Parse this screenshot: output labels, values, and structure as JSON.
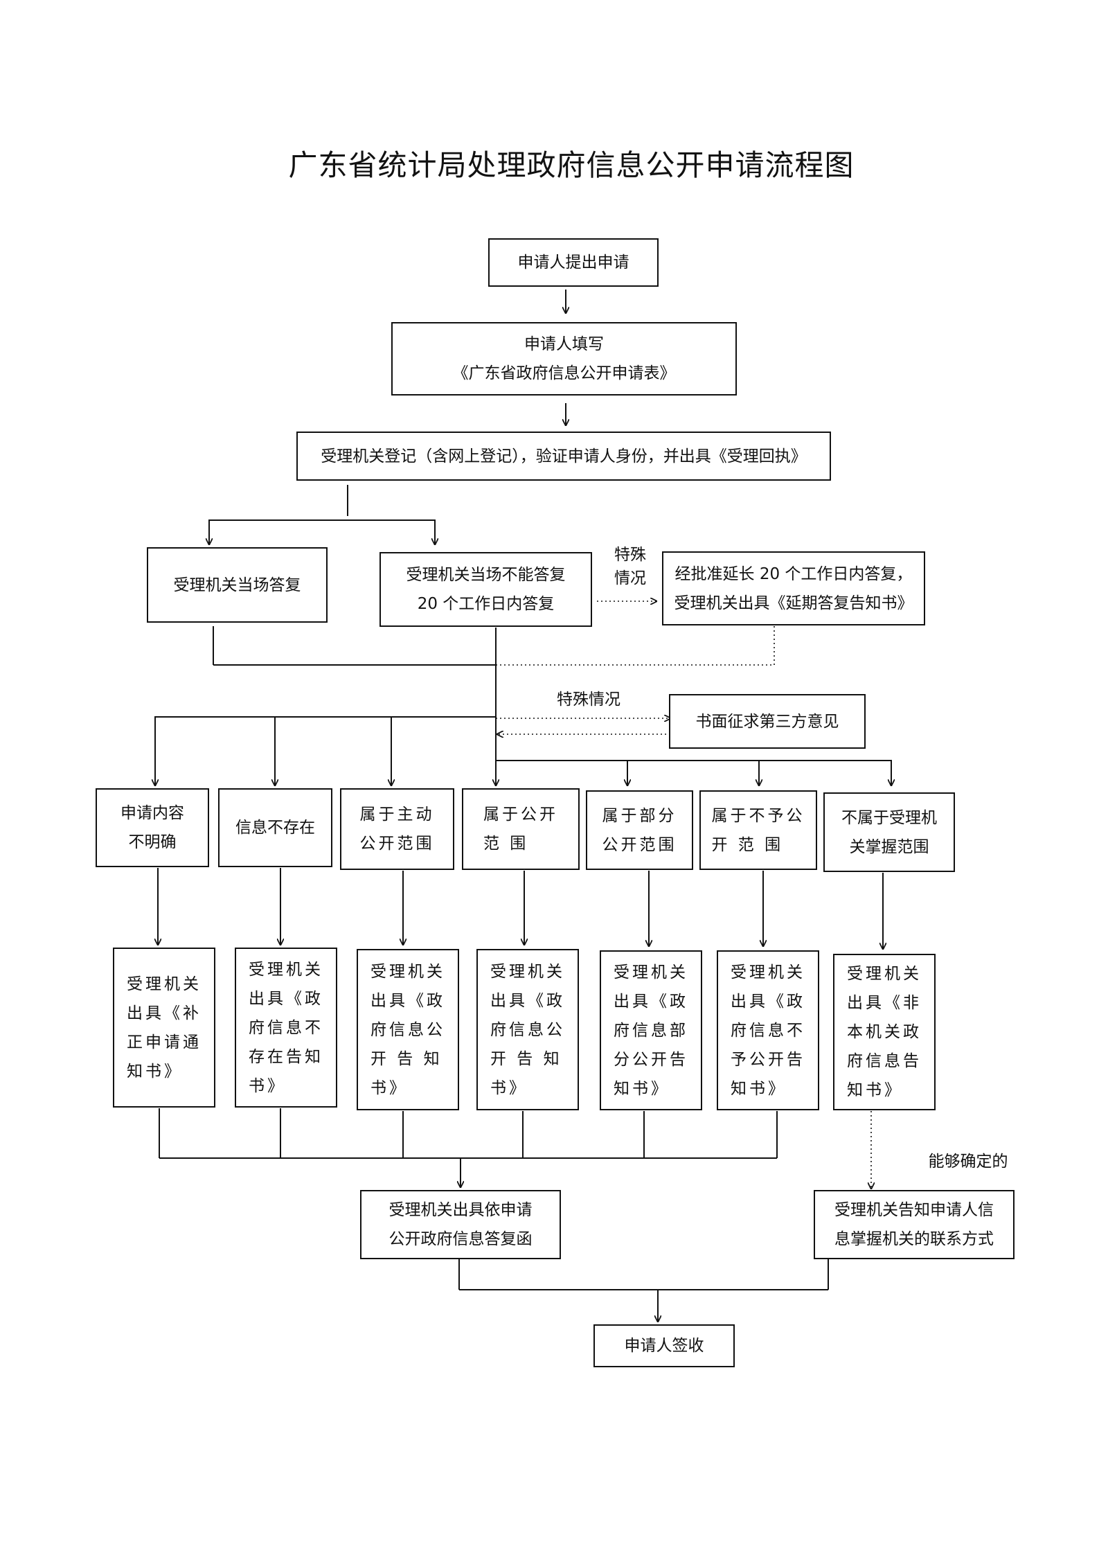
{
  "title": "广东省统计局处理政府信息公开申请流程图",
  "nodes": {
    "apply": "申请人提出申请",
    "fill_form": "申请人填写\n《广东省政府信息公开申请表》",
    "register": "受理机关登记（含网上登记），验证申请人身份，并出具《受理回执》",
    "reply_on_spot": "受理机关当场答复",
    "reply_20_days": "受理机关当场不能答复\n20 个工作日内答复",
    "extension": "经批准延长 20 个工作日内答复，\n受理机关出具《延期答复告知书》",
    "third_party": "书面征求第三方意见",
    "cat_unclear": "申请内容\n不明确",
    "cat_not_exist": "信息不存在",
    "cat_active": "属于主动\n公开范围",
    "cat_public": "属于公开\n范  围",
    "cat_partial": "属于部分\n公开范围",
    "cat_not_public": "属于不予公\n开  范  围",
    "cat_not_held": "不属于受理机\n关掌握范围",
    "out_supplement": "受理机关\n出具《补\n正申请通\n知书》",
    "out_not_exist": "受理机关\n出具《政\n府信息不\n存在告知\n书》",
    "out_active": "受理机关\n出具《政\n府信息公\n开 告 知\n书》",
    "out_public": "受理机关\n出具《政\n府信息公\n开 告 知\n书》",
    "out_partial": "受理机关\n出具《政\n府信息部\n分公开告\n知书》",
    "out_not_public": "受理机关\n出具《政\n府信息不\n予公开告\n知书》",
    "out_not_held": "受理机关\n出具《非\n本机关政\n府信息告\n知书》",
    "reply_letter": "受理机关出具依申请\n公开政府信息答复函",
    "notify_contact": "受理机关告知申请人信\n息掌握机关的联系方式",
    "sign": "申请人签收"
  },
  "labels": {
    "special_1": "特殊\n情况",
    "special_2": "特殊情况",
    "determinable": "能够确定的"
  }
}
